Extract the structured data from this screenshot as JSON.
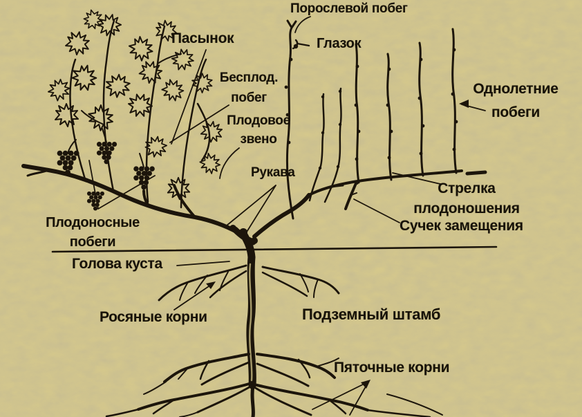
{
  "diagram": {
    "subject": "grapevine-structure",
    "colors": {
      "background": "#d5c88c",
      "ink": "#1c150b",
      "text": "#171208"
    },
    "labels": {
      "poroslevoy": "Порослевой побег",
      "pasynok": "Пасынок",
      "glazok": "Глазок",
      "besplodny": [
        "Бесплод.",
        "побег"
      ],
      "plodovoe_zveno": [
        "Плодовое",
        "звено"
      ],
      "rukava": "Рукава",
      "odnoletnie": [
        "Однолетние",
        "побеги"
      ],
      "strelka": [
        "Стрелка",
        "плодоношения"
      ],
      "suchek": "Сучек замещения",
      "plodonosnye": [
        "Плодоносные",
        "побеги"
      ],
      "golova": "Голова куста",
      "rosyanye": "Росяные корни",
      "podzemny": "Подземный штамб",
      "pyatochnye": "Пяточные корни"
    }
  }
}
